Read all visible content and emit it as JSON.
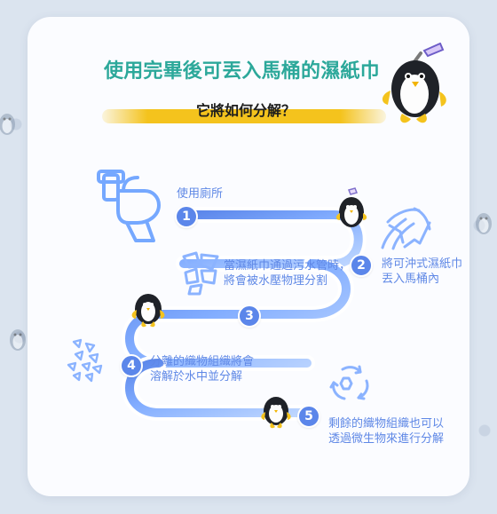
{
  "header": {
    "title": "使用完畢後可丟入馬桶的濕紙巾",
    "subtitle": "它將如何分解？"
  },
  "steps": [
    {
      "number": "1",
      "label": "使用廁所"
    },
    {
      "number": "2",
      "label": "將可沖式濕紙巾\n丟入馬桶內"
    },
    {
      "number": "3",
      "label": "當濕紙巾通過污水管時，\n將會被水壓物理分割"
    },
    {
      "number": "4",
      "label": "分離的織物組織將會\n溶解於水中並分解"
    },
    {
      "number": "5",
      "label": "剩餘的織物組織也可以\n透過微生物來進行分解"
    }
  ],
  "colors": {
    "accent": "#5b86ea",
    "title": "#2ca89a",
    "highlight": "#f4c31d"
  }
}
